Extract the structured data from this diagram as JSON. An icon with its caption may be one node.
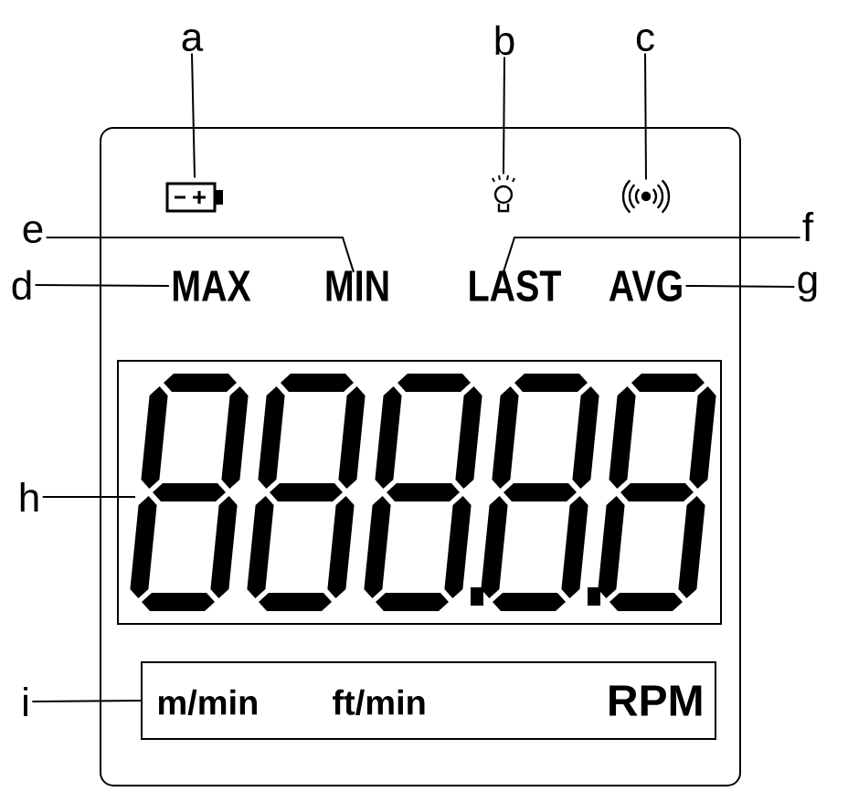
{
  "diagram": {
    "nodes": [
      {
        "text": [],
        "shape": "box"
      },
      {
        "text": [],
        "shape": "battery",
        "in": 0
      },
      {
        "text": [],
        "shape": "bulb",
        "in": 0
      },
      {
        "text": [],
        "shape": "signal",
        "in": 0
      },
      {
        "text": [
          "MAX"
        ],
        "in": 0
      },
      {
        "text": [
          "MIN"
        ],
        "in": 0
      },
      {
        "text": [
          "LAST"
        ],
        "in": 0
      },
      {
        "text": [
          "AVG"
        ],
        "in": 0
      },
      {
        "text": [],
        "shape": "display",
        "in": 0
      },
      {
        "text": [
          "m/min",
          "ft/min",
          "RPM"
        ],
        "in": 0
      },
      {
        "text": [
          "a"
        ]
      },
      {
        "text": [
          "b"
        ]
      },
      {
        "text": [
          "c"
        ]
      },
      {
        "text": [
          "d"
        ]
      },
      {
        "text": [
          "e"
        ]
      },
      {
        "text": [
          "f"
        ]
      },
      {
        "text": [
          "g"
        ]
      },
      {
        "text": [
          "h"
        ]
      },
      {
        "text": [
          "i"
        ]
      }
    ],
    "edges": [
      {
        "from": 10,
        "to": 1,
        "arrow": "none"
      },
      {
        "from": 11,
        "to": 2,
        "arrow": "none"
      },
      {
        "from": 12,
        "to": 3,
        "arrow": "none"
      },
      {
        "from": 13,
        "to": 4,
        "arrow": "none"
      },
      {
        "from": 14,
        "to": 5,
        "arrow": "none"
      },
      {
        "from": 15,
        "to": 6,
        "arrow": "none"
      },
      {
        "from": 16,
        "to": 7,
        "arrow": "none"
      },
      {
        "from": 17,
        "to": 8,
        "arrow": "none"
      },
      {
        "from": 18,
        "to": 9,
        "arrow": "none"
      }
    ]
  }
}
